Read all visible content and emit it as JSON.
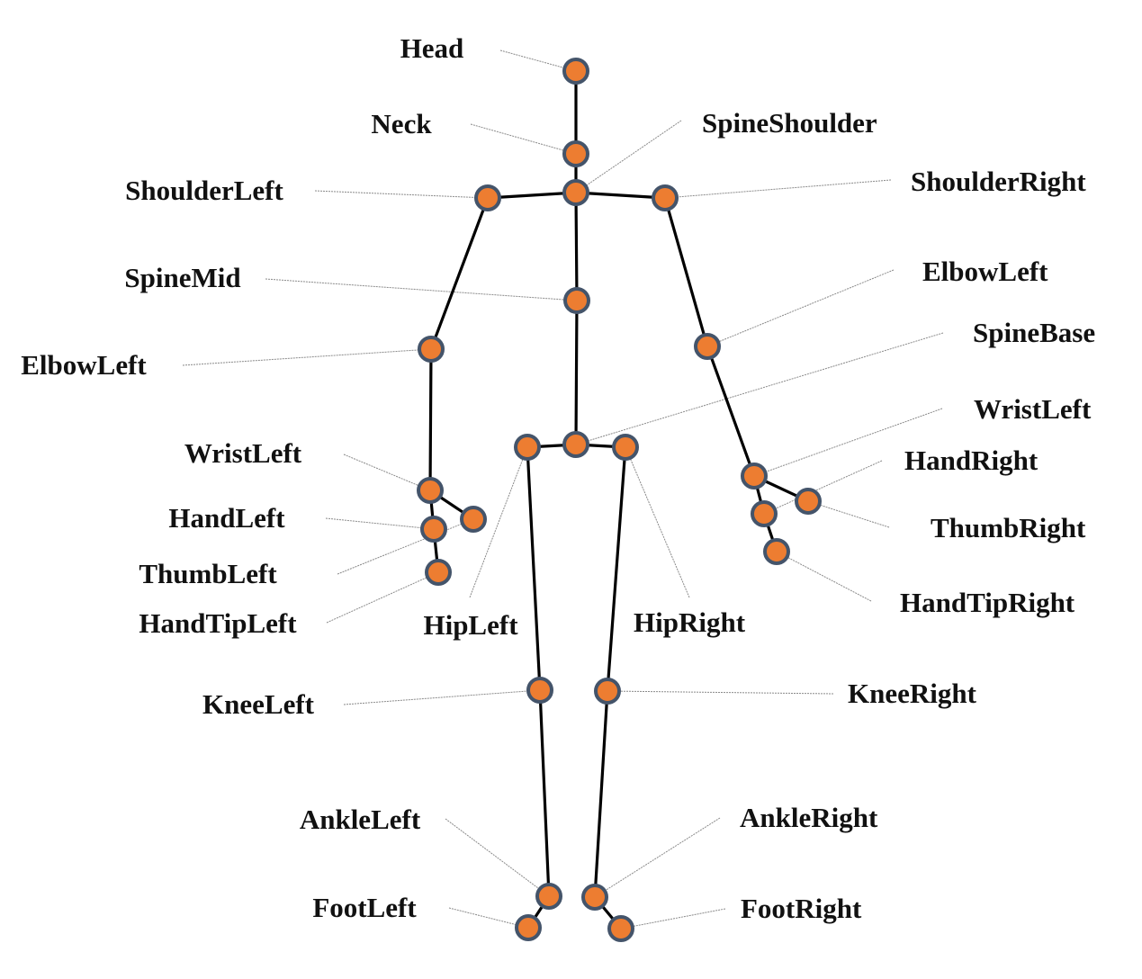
{
  "title": "Skeleton joint map",
  "colors": {
    "joint_fill": "#ED7D31",
    "joint_border": "#44546A",
    "bone": "#000000",
    "leader": "#8a8a8a"
  },
  "joints": [
    {
      "id": "head",
      "label": "Head"
    },
    {
      "id": "neck",
      "label": "Neck"
    },
    {
      "id": "spine-shoulder",
      "label": "SpineShoulder"
    },
    {
      "id": "shoulder-left",
      "label": "ShoulderLeft"
    },
    {
      "id": "shoulder-right",
      "label": "ShoulderRight"
    },
    {
      "id": "spine-mid",
      "label": "SpineMid"
    },
    {
      "id": "elbow-left",
      "label": "ElbowLeft"
    },
    {
      "id": "elbow-right",
      "label": "ElbowLeft"
    },
    {
      "id": "spine-base",
      "label": "SpineBase"
    },
    {
      "id": "wrist-left",
      "label": "WristLeft"
    },
    {
      "id": "wrist-right",
      "label": "WristLeft"
    },
    {
      "id": "hand-left",
      "label": "HandLeft"
    },
    {
      "id": "hand-right",
      "label": "HandRight"
    },
    {
      "id": "thumb-left",
      "label": "ThumbLeft"
    },
    {
      "id": "thumb-right",
      "label": "ThumbRight"
    },
    {
      "id": "handtip-left",
      "label": "HandTipLeft"
    },
    {
      "id": "handtip-right",
      "label": "HandTipRight"
    },
    {
      "id": "hip-left",
      "label": "HipLeft"
    },
    {
      "id": "hip-right",
      "label": "HipRight"
    },
    {
      "id": "knee-left",
      "label": "KneeLeft"
    },
    {
      "id": "knee-right",
      "label": "KneeRight"
    },
    {
      "id": "ankle-left",
      "label": "AnkleLeft"
    },
    {
      "id": "ankle-right",
      "label": "AnkleRight"
    },
    {
      "id": "foot-left",
      "label": "FootLeft"
    },
    {
      "id": "foot-right",
      "label": "FootRight"
    }
  ],
  "bones": [
    [
      "head",
      "neck"
    ],
    [
      "neck",
      "spine-shoulder"
    ],
    [
      "spine-shoulder",
      "shoulder-left"
    ],
    [
      "spine-shoulder",
      "shoulder-right"
    ],
    [
      "spine-shoulder",
      "spine-mid"
    ],
    [
      "spine-mid",
      "spine-base"
    ],
    [
      "shoulder-left",
      "elbow-left"
    ],
    [
      "elbow-left",
      "wrist-left"
    ],
    [
      "wrist-left",
      "hand-left"
    ],
    [
      "wrist-left",
      "thumb-left"
    ],
    [
      "hand-left",
      "handtip-left"
    ],
    [
      "shoulder-right",
      "elbow-right"
    ],
    [
      "elbow-right",
      "wrist-right"
    ],
    [
      "wrist-right",
      "hand-right"
    ],
    [
      "wrist-right",
      "thumb-right"
    ],
    [
      "hand-right",
      "handtip-right"
    ],
    [
      "spine-base",
      "hip-left"
    ],
    [
      "spine-base",
      "hip-right"
    ],
    [
      "hip-left",
      "knee-left"
    ],
    [
      "knee-left",
      "ankle-left"
    ],
    [
      "ankle-left",
      "foot-left"
    ],
    [
      "hip-right",
      "knee-right"
    ],
    [
      "knee-right",
      "ankle-right"
    ],
    [
      "ankle-right",
      "foot-right"
    ]
  ]
}
